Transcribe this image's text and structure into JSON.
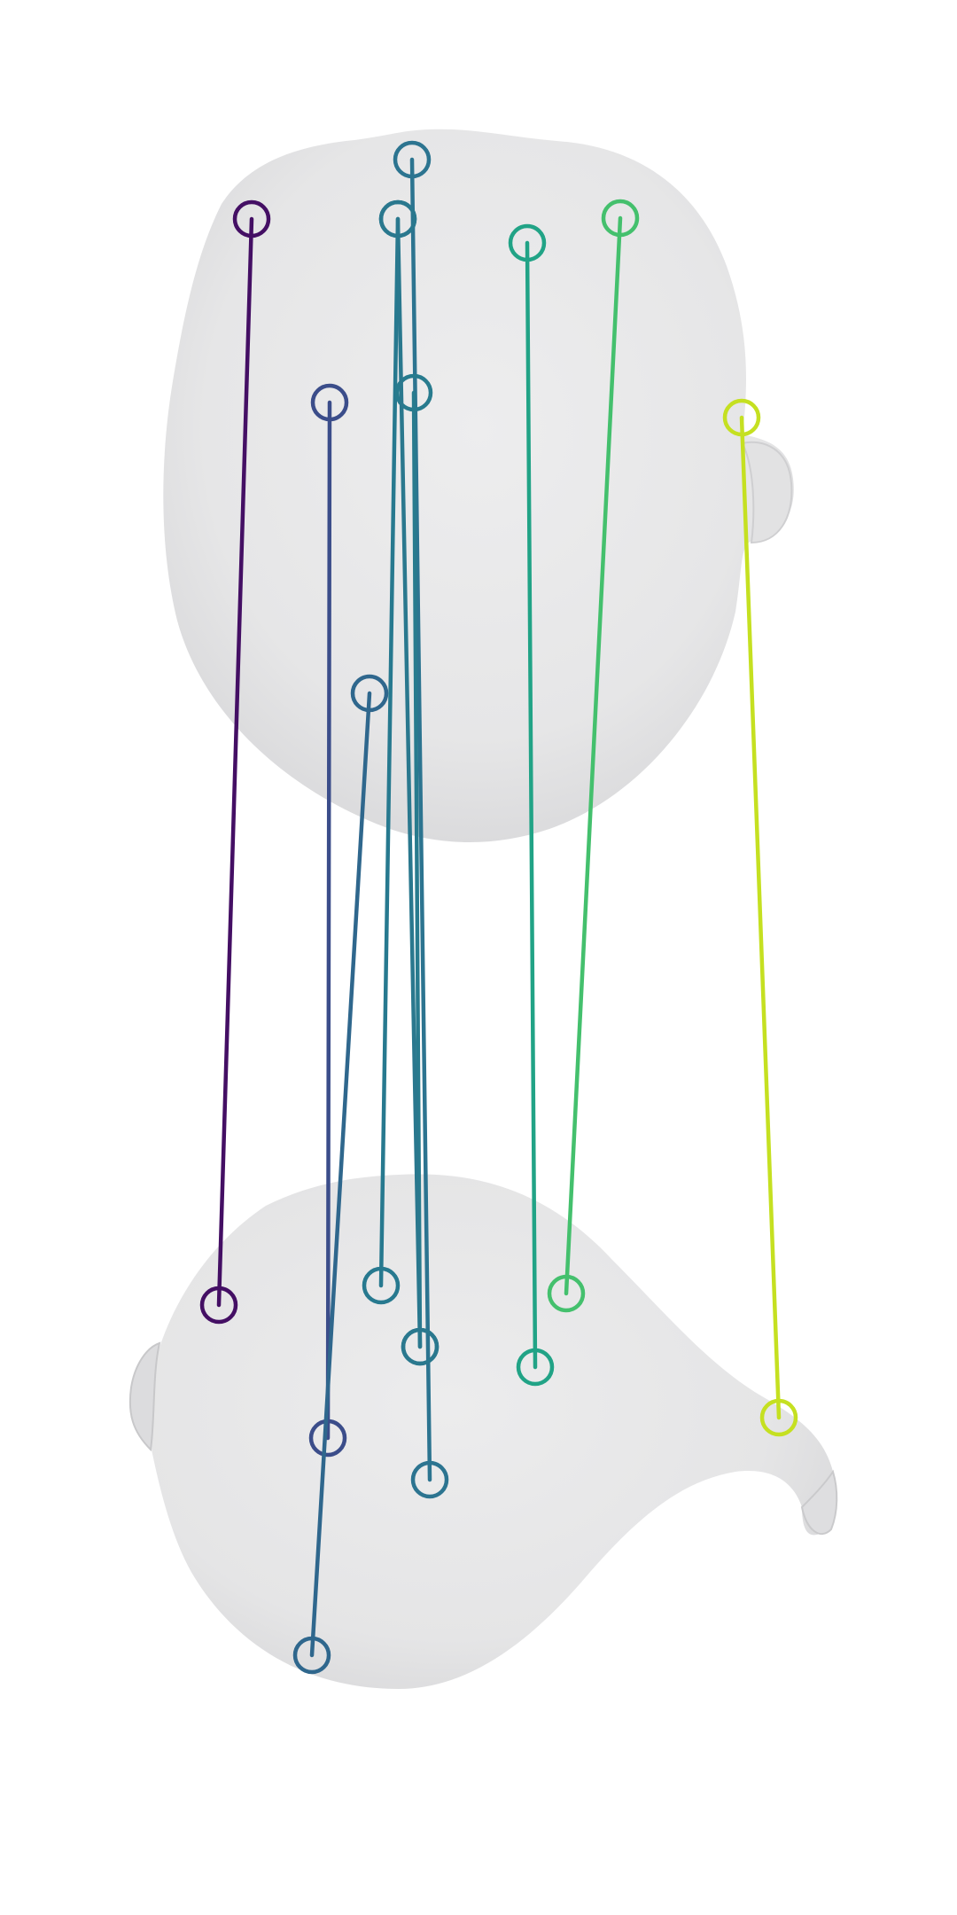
{
  "figure": {
    "description_visible_text": "",
    "meshes": [
      "upper-shape",
      "lower-shape"
    ],
    "mesh_color": "#e9e9ea",
    "correspondences": [
      {
        "id": 1,
        "color": "#440f64"
      },
      {
        "id": 2,
        "color": "#3b4d8a"
      },
      {
        "id": 3,
        "color": "#2f678d"
      },
      {
        "id": 4,
        "color": "#2c7490"
      },
      {
        "id": 5,
        "color": "#27798f"
      },
      {
        "id": 6,
        "color": "#287b8e"
      },
      {
        "id": 7,
        "color": "#2a788e"
      },
      {
        "id": 8,
        "color": "#21a386"
      },
      {
        "id": 9,
        "color": "#44c06d"
      },
      {
        "id": 10,
        "color": "#c5e021"
      }
    ]
  }
}
